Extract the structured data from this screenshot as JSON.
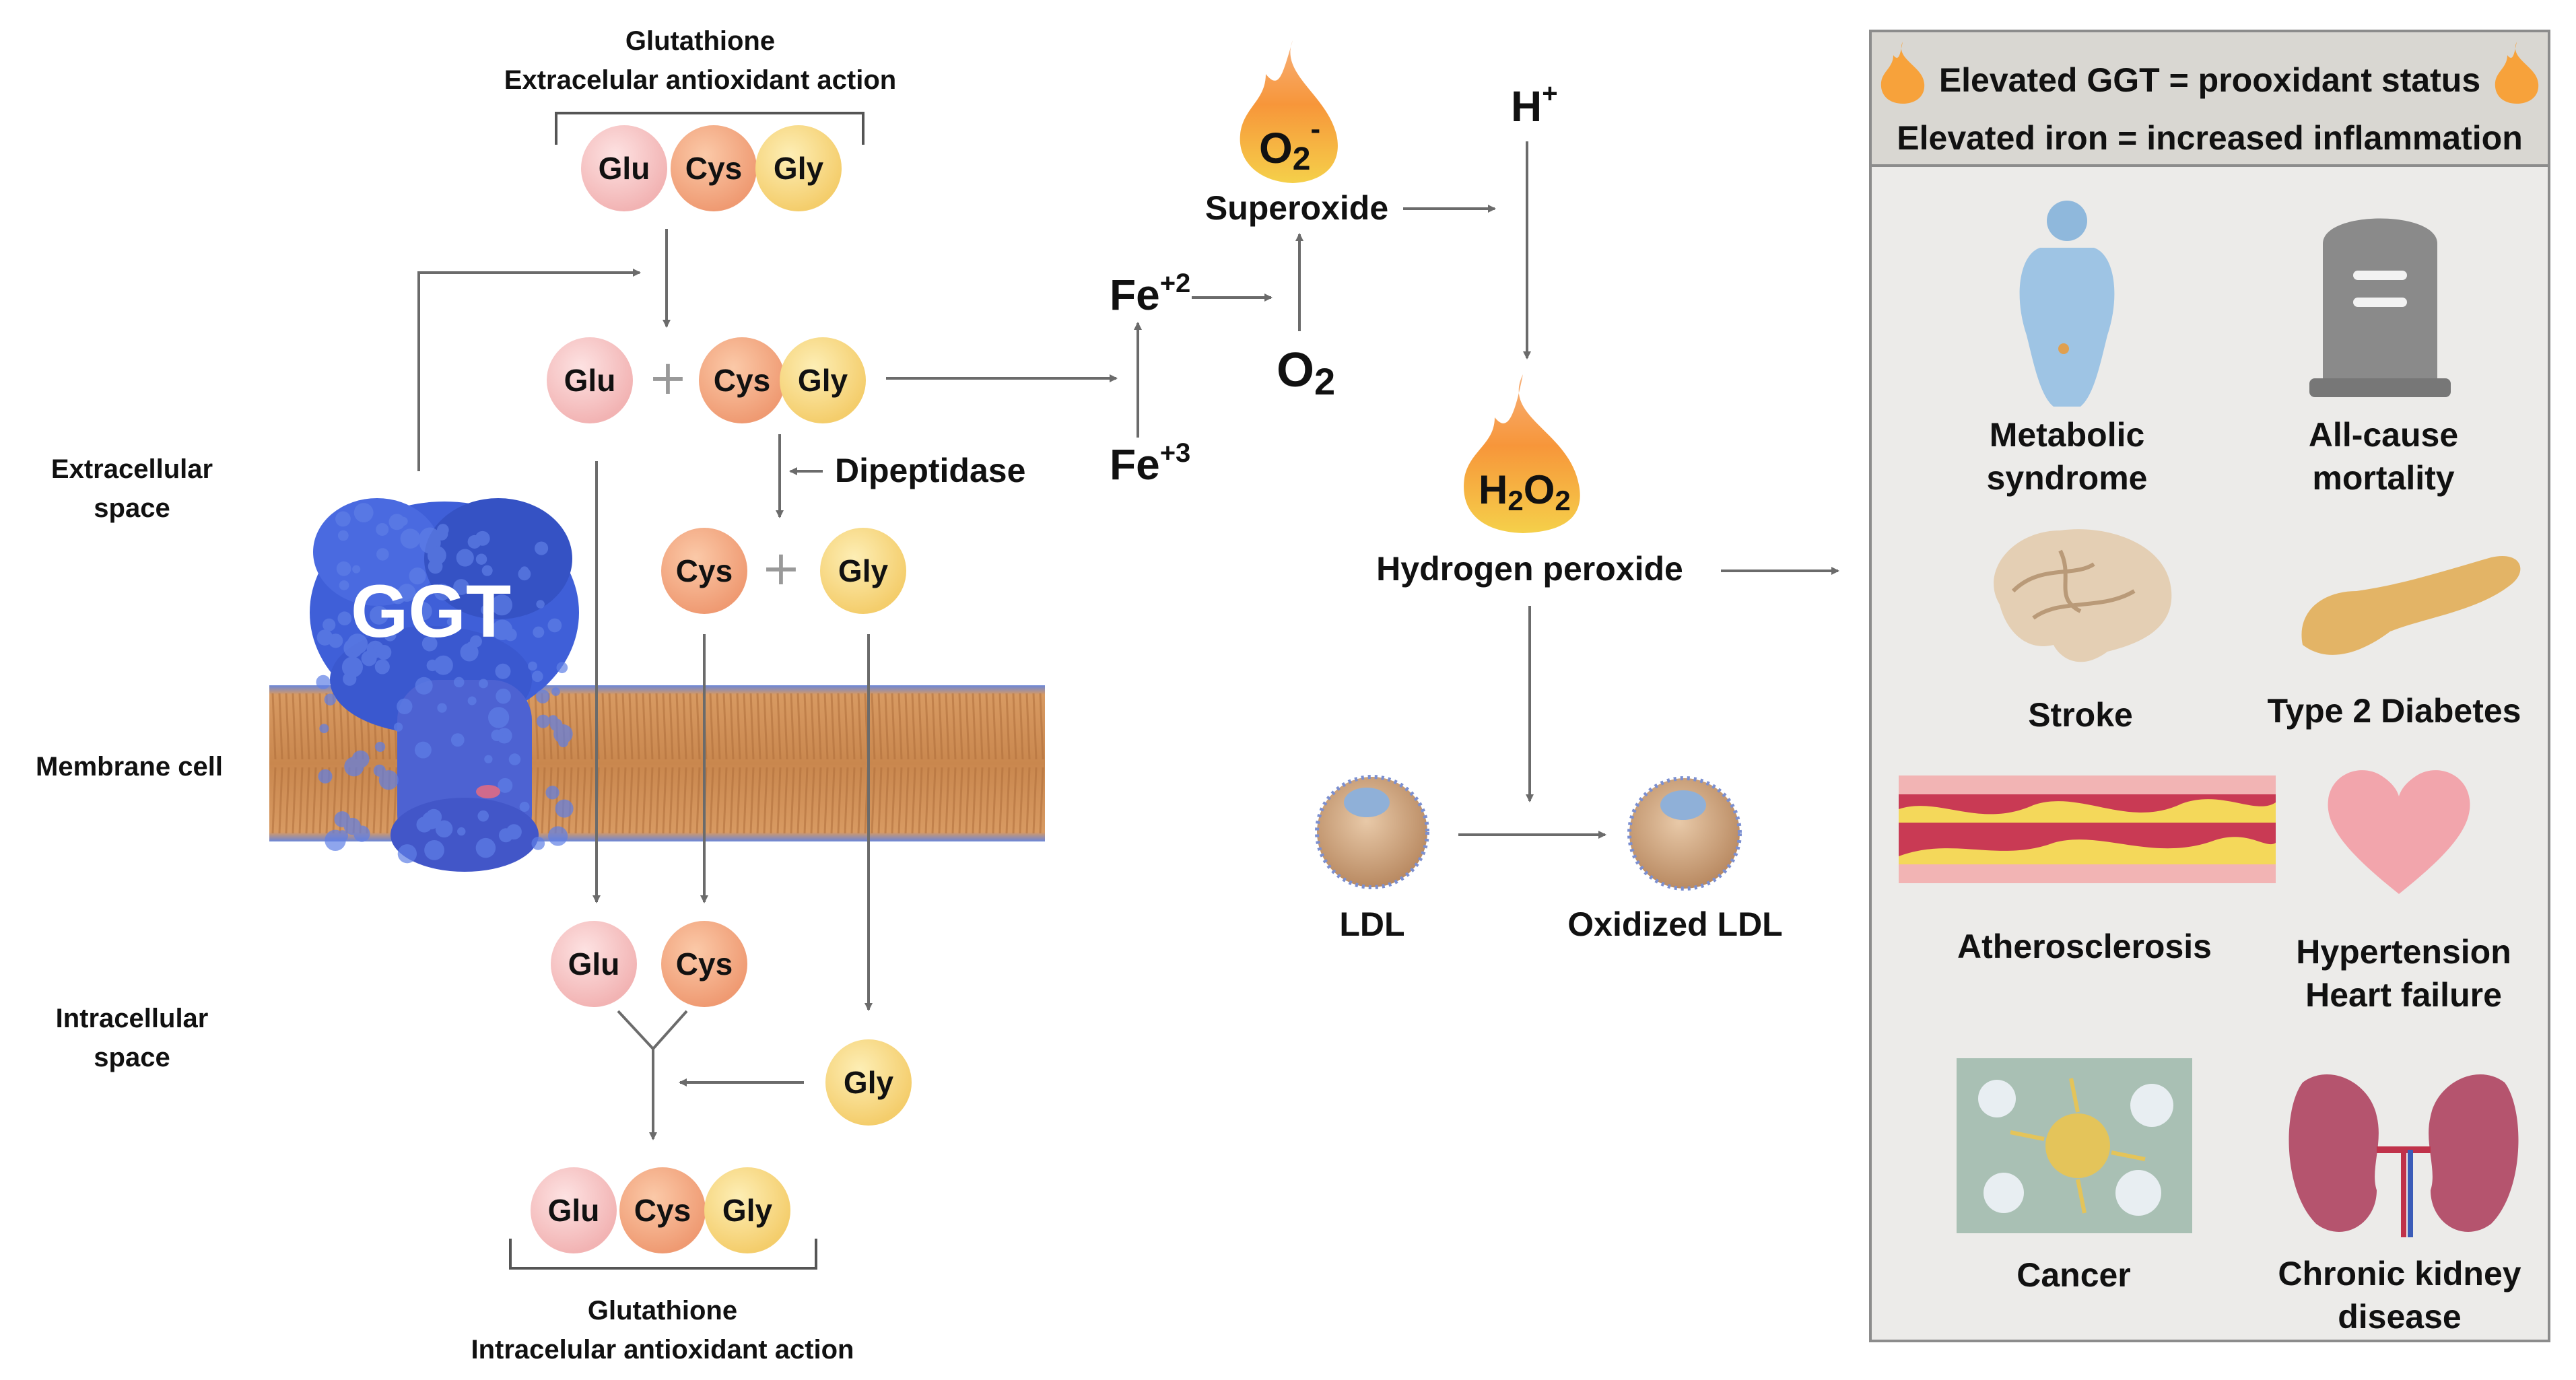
{
  "glutathione_extra": {
    "title": "Glutathione",
    "subtitle": "Extracelular antioxidant action"
  },
  "glutathione_intra": {
    "title": "Glutathione",
    "subtitle": "Intracelular antioxidant action"
  },
  "amino": {
    "glu": "Glu",
    "cys": "Cys",
    "gly": "Gly"
  },
  "spaces": {
    "extracellular": [
      "Extracellular",
      "space"
    ],
    "membrane": "Membrane cell",
    "intracellular": [
      "Intracellular",
      "space"
    ]
  },
  "enzyme": {
    "ggt": "GGT",
    "dipeptidase": "Dipeptidase"
  },
  "iron": {
    "fe2_base": "Fe",
    "fe2_sup": "+2",
    "fe3_base": "Fe",
    "fe3_sup": "+3"
  },
  "oxygen": {
    "o2_base": "O",
    "o2_sub": "2",
    "superoxide_base": "O",
    "superoxide_sub": "2",
    "superoxide_sup": "-",
    "superoxide_label": "Superoxide"
  },
  "proton": {
    "base": "H",
    "sup": "+"
  },
  "peroxide": {
    "h": "H",
    "sub1": "2",
    "o": "O",
    "sub2": "2",
    "label": "Hydrogen peroxide"
  },
  "ldl": {
    "ldl": "LDL",
    "oxidized": "Oxidized LDL"
  },
  "side_panel": {
    "line1": "Elevated GGT = prooxidant status",
    "line2": "Elevated iron = increased inflammation",
    "diseases": [
      {
        "line1": "Metabolic",
        "line2": "syndrome",
        "icon": "body-icon"
      },
      {
        "line1": "All-cause",
        "line2": "mortality",
        "icon": "tombstone-icon"
      },
      {
        "line1": "Stroke",
        "line2": "",
        "icon": "brain-icon"
      },
      {
        "line1": "Type 2 Diabetes",
        "line2": "",
        "icon": "pancreas-icon"
      },
      {
        "line1": "Atherosclerosis",
        "line2": "",
        "icon": "artery-icon"
      },
      {
        "line1": "Hypertension",
        "line2": "Heart failure",
        "icon": "heart-icon"
      },
      {
        "line1": "Cancer",
        "line2": "",
        "icon": "cancer-cell-icon"
      },
      {
        "line1": "Chronic kidney",
        "line2": "disease",
        "icon": "kidney-icon"
      }
    ]
  },
  "colors": {
    "glu": "#f6c3c3",
    "cys": "#f4a882",
    "gly": "#f9dc86",
    "protein": "#3f5fd8",
    "membrane": "#d69a64",
    "flame": "#f7a23b",
    "arrow": "#6b6b6b"
  }
}
